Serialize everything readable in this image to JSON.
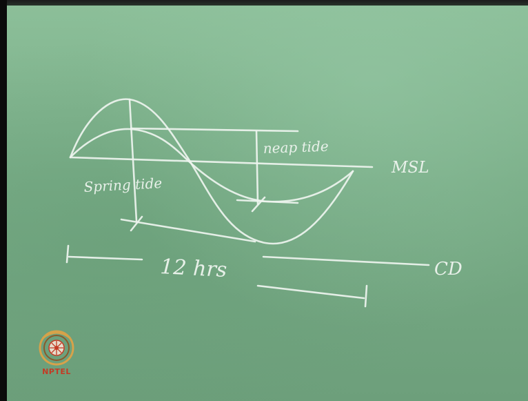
{
  "labels": {
    "msl": "MSL",
    "neap_tide": "neap tide",
    "spring_tide": "Spring tide",
    "duration": "12 hrs",
    "cd": "CD"
  },
  "logo": {
    "text": "NPTEL"
  },
  "colors": {
    "board": "#78ac86",
    "chalk": "#eef4ef",
    "logo_red": "#c43a24",
    "logo_gold": "#d7a24a"
  }
}
